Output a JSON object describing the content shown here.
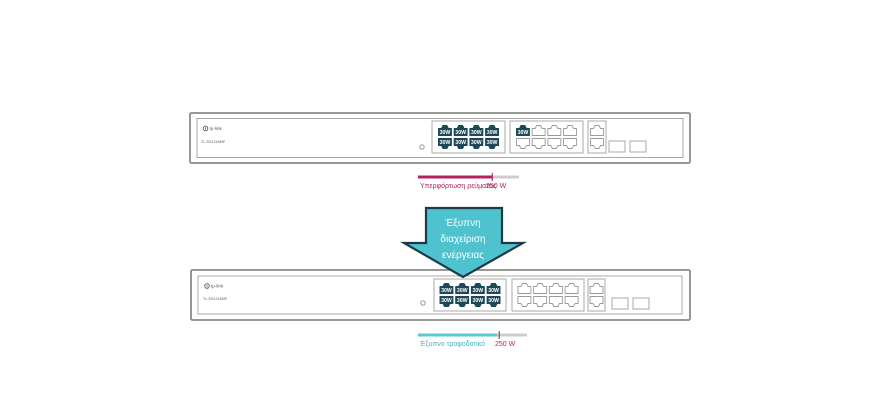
{
  "colors": {
    "overload": "#b4215f",
    "smart_bar": "#5cc8d4",
    "smart_text": "#3ab4c5",
    "port_active": "#1d4858",
    "port_active_text": "#ffffff",
    "port_outline": "#9a9a9a",
    "frame": "#8a8a8a",
    "frame_light": "#a8a8a8",
    "bar_track": "#cdcdcd",
    "logo": "#5a5a5a",
    "arrow_fill": "#4ec2cf",
    "arrow_stroke": "#1b3c46",
    "arrow_text": "#ffffff"
  },
  "icons": {
    "brand_logo": "tp-link-logo-icon",
    "port": "ethernet-port-icon",
    "sfp": "sfp-slot-icon",
    "reset": "reset-button-icon",
    "arrow": "down-arrow-icon"
  },
  "switches": [
    {
      "brand": "tp-link",
      "model": "TL-SG1218MP",
      "port_groups": [
        {
          "ports": [
            "30W",
            "30W",
            "30W",
            "30W",
            "30W",
            "30W",
            "30W",
            "30W"
          ]
        },
        {
          "ports": [
            "30W",
            null,
            null,
            null,
            null,
            null,
            null,
            null
          ]
        },
        {
          "ports": [
            null,
            null
          ]
        }
      ],
      "power_bar": {
        "label": "Υπερφόρτωση ρεύματος",
        "budget": "250 W",
        "fill_fraction": 0.74,
        "budget_marker_fraction": 0.735,
        "fill_color": "#b4215f",
        "label_color": "#b4215f"
      }
    },
    {
      "brand": "tp-link",
      "model": "TL-SG1218MP",
      "port_groups": [
        {
          "ports": [
            "30W",
            "30W",
            "30W",
            "30W",
            "30W",
            "30W",
            "30W",
            "30W"
          ]
        },
        {
          "ports": [
            null,
            null,
            null,
            null,
            null,
            null,
            null,
            null
          ]
        },
        {
          "ports": [
            null,
            null
          ]
        }
      ],
      "power_bar": {
        "label": "Έξυπνο τροφοδοτικό",
        "budget": "250 W",
        "fill_fraction": 0.725,
        "budget_marker_fraction": 0.745,
        "fill_color": "#5cc8d4",
        "label_color": "#3ab4c5"
      }
    }
  ],
  "arrow": {
    "lines": [
      "Έξυπνη",
      "διαχείριση",
      "ενέργειας"
    ]
  }
}
